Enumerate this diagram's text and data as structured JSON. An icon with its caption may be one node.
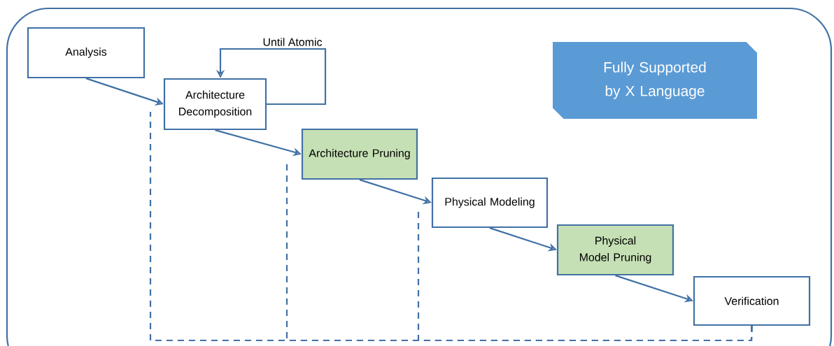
{
  "diagram": {
    "nodes": [
      {
        "text": [
          "Analysis"
        ]
      },
      {
        "text": [
          "Architecture Decomposition"
        ]
      },
      {
        "text": [
          "Architecture Pruning"
        ]
      },
      {
        "text": [
          "Physical Modeling"
        ]
      },
      {
        "text": [
          "Physical Model Pruning"
        ]
      },
      {
        "text": [
          "Verification"
        ]
      },
      {
        "text": [
          "Fully Supported by X Language"
        ]
      }
    ],
    "edges": [
      {
        "from": 0,
        "to": 1,
        "arrow": "to"
      },
      {
        "from": 1,
        "to": 1,
        "arrow": "to",
        "label": "Until Atomic"
      },
      {
        "from": 1,
        "to": 2,
        "arrow": "to"
      },
      {
        "from": 2,
        "to": 3,
        "arrow": "to"
      },
      {
        "from": 3,
        "to": 4,
        "arrow": "to"
      },
      {
        "from": 4,
        "to": 5,
        "arrow": "to"
      },
      {
        "from": 5,
        "to": null,
        "arrow": "none",
        "style": "dashed"
      },
      {
        "from": 5,
        "to": null,
        "arrow": "none",
        "style": "dashed"
      },
      {
        "from": 5,
        "to": null,
        "arrow": "none",
        "style": "dashed"
      }
    ]
  }
}
